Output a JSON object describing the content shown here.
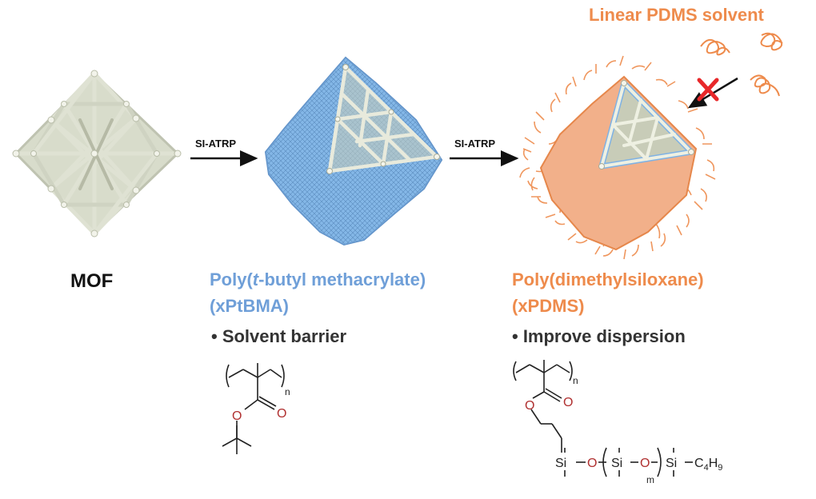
{
  "solvent_label": "Linear PDMS solvent",
  "step1": "SI-ATRP",
  "step2": "SI-ATRP",
  "mof_label": "MOF",
  "ptbma": {
    "title_prefix": "Poly(",
    "title_italic": "t",
    "title_suffix": "-butyl methacrylate)",
    "abbrev": "(xPtBMA)",
    "bullet": "• Solvent barrier"
  },
  "pdms": {
    "title": "Poly(dimethylsiloxane)",
    "abbrev": "(xPDMS)",
    "bullet": "• Improve dispersion"
  },
  "chem": {
    "sub_n": "n",
    "sub_n2": "n",
    "sub_m": "m",
    "oxygen": "O",
    "si": "Si",
    "c4h9": "C4H9"
  },
  "colors": {
    "blue": "#6f9fd8",
    "orange": "#ee8b4c",
    "frame": "#e6e8dc",
    "red_cross": "#e8282a",
    "oxygen": "#b03030"
  }
}
